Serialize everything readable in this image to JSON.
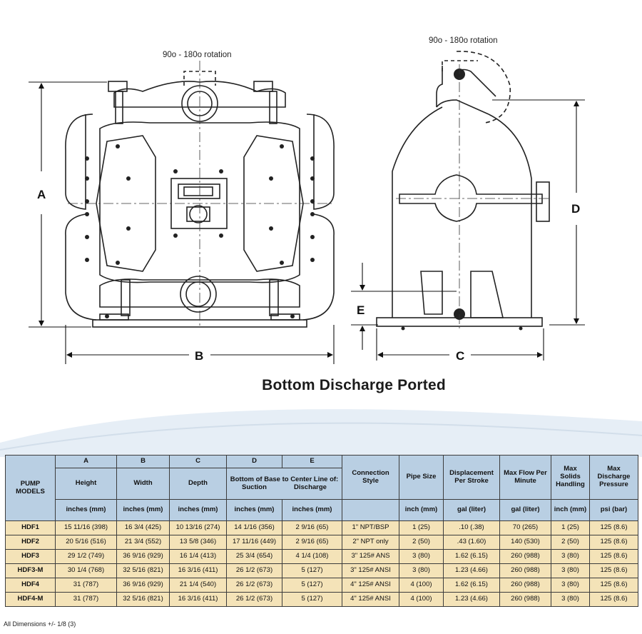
{
  "drawing": {
    "rotation_front": "90o - 180o rotation",
    "rotation_side": "90o - 180o rotation",
    "dim_labels": {
      "A": "A",
      "B": "B",
      "C": "C",
      "D": "D",
      "E": "E"
    }
  },
  "caption": "Bottom Discharge Ported",
  "table": {
    "header": {
      "pump_models": "PUMP MODELS",
      "letters": [
        "A",
        "B",
        "C",
        "D",
        "E"
      ],
      "height": "Height",
      "width": "Width",
      "depth": "Depth",
      "bottom_base": "Bottom of Base to Center Line of:",
      "suction": "Suction",
      "discharge": "Discharge",
      "connection_style": "Connection Style",
      "pipe_size": "Pipe Size",
      "displacement": "Displacement Per Stroke",
      "max_flow": "Max Flow Per Minute",
      "max_solids": "Max Solids Handling",
      "max_pressure": "Max Discharge Pressure",
      "units": [
        "inches (mm)",
        "inches (mm)",
        "inches (mm)",
        "inches (mm)",
        "inches (mm)",
        "inch (mm)",
        "gal (liter)",
        "gal (liter)",
        "inch (mm)",
        "psi (bar)"
      ]
    },
    "rows": [
      [
        "HDF1",
        "15 11/16 (398)",
        "16 3/4 (425)",
        "10 13/16 (274)",
        "14 1/16 (356)",
        "2 9/16  (65)",
        "1\" NPT/BSP",
        "1 (25)",
        ".10 (.38)",
        "70 (265)",
        "1 (25)",
        "125 (8.6)"
      ],
      [
        "HDF2",
        "20 5/16 (516)",
        "21 3/4 (552)",
        "13 5/8 (346)",
        "17 11/16 (449)",
        "2 9/16  (65)",
        "2\" NPT only",
        "2 (50)",
        ".43 (1.60)",
        "140 (530)",
        "2 (50)",
        "125 (8.6)"
      ],
      [
        "HDF3",
        "29 1/2 (749)",
        "36 9/16 (929)",
        "16 1/4 (413)",
        "25 3/4 (654)",
        "4 1/4 (108)",
        "3\" 125# ANS",
        "3 (80)",
        "1.62 (6.15)",
        "260 (988)",
        "3 (80)",
        "125 (8.6)"
      ],
      [
        "HDF3-M",
        "30 1/4 (768)",
        "32 5/16 (821)",
        "16 3/16 (411)",
        "26 1/2 (673)",
        "5 (127)",
        "3\" 125# ANSI",
        "3 (80)",
        "1.23 (4.66)",
        "260 (988)",
        "3 (80)",
        "125 (8.6)"
      ],
      [
        "HDF4",
        "31 (787)",
        "36 9/16 (929)",
        "21 1/4 (540)",
        "26 1/2 (673)",
        "5 (127)",
        "4\" 125# ANSI",
        "4 (100)",
        "1.62 (6.15)",
        "260 (988)",
        "3 (80)",
        "125 (8.6)"
      ],
      [
        "HDF4-M",
        "31 (787)",
        "32 5/16 (821)",
        "16 3/16 (411)",
        "26 1/2 (673)",
        "5 (127)",
        "4\" 125# ANSI",
        "4 (100)",
        "1.23 (4.66)",
        "260 (988)",
        "3 (80)",
        "125 (8.6)"
      ]
    ]
  },
  "footnote": "All Dimensions +/- 1/8 (3)",
  "colors": {
    "header_bg": "#b9cfe3",
    "row_bg": "#f4e3b8",
    "border": "#3c3c3c"
  }
}
